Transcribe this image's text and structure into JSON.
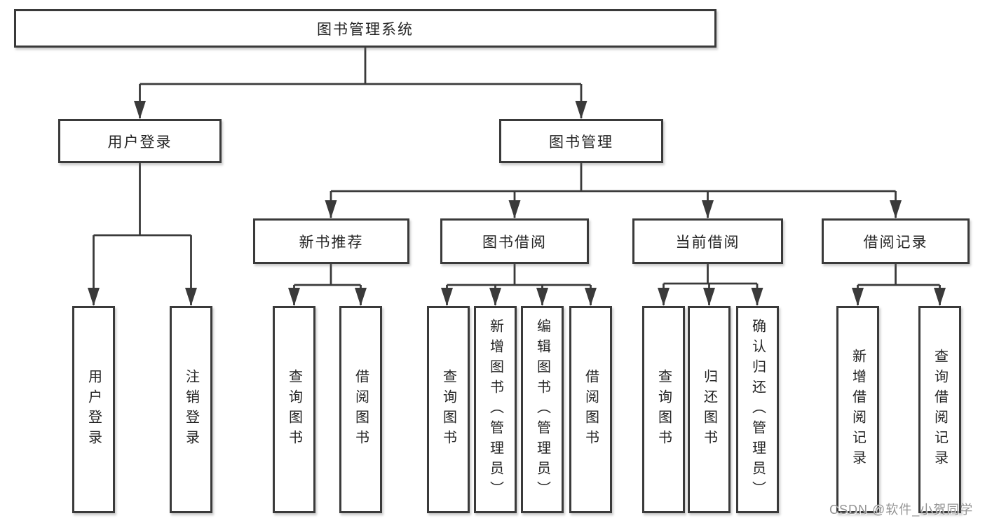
{
  "diagram": {
    "root": {
      "label": "图书管理系统"
    },
    "level2": [
      {
        "label": "用户登录"
      },
      {
        "label": "图书管理"
      }
    ],
    "level3": [
      {
        "label": "新书推荐"
      },
      {
        "label": "图书借阅"
      },
      {
        "label": "当前借阅"
      },
      {
        "label": "借阅记录"
      }
    ],
    "leaves": [
      {
        "label": "用户登录"
      },
      {
        "label": "注销登录"
      },
      {
        "label": "查询图书"
      },
      {
        "label": "借阅图书"
      },
      {
        "label": "查询图书"
      },
      {
        "label": "新增图书（管理员）"
      },
      {
        "label": "编辑图书（管理员）"
      },
      {
        "label": "借阅图书"
      },
      {
        "label": "查询图书"
      },
      {
        "label": "归还图书"
      },
      {
        "label": "确认归还（管理员）"
      },
      {
        "label": "新增借阅记录"
      },
      {
        "label": "查询借阅记录"
      }
    ]
  },
  "watermark": {
    "text": "CSDN @软件_小贺同学"
  },
  "colors": {
    "line": "#3a3a3a",
    "box_border": "#3a3a3a",
    "text": "#252525",
    "watermark": "#949494",
    "background": "#ffffff"
  }
}
